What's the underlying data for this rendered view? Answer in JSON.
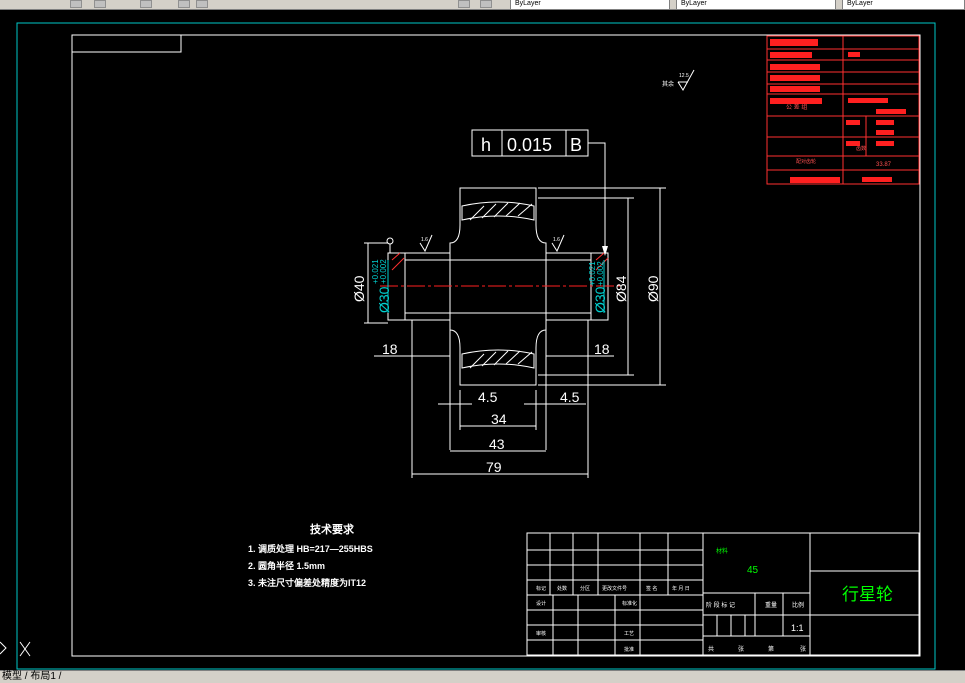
{
  "toolbar": {
    "layer_field": "ByLayer",
    "linetype_field": "ByLayer",
    "lineweight_field": "ByLayer"
  },
  "drawing": {
    "tolerance_frame": {
      "symbol": "h",
      "value": "0.015",
      "datum": "B"
    },
    "dims": {
      "d40": "Ø40",
      "d30_left": "Ø30",
      "tol_left_upper": "+0.021",
      "tol_left_lower": "+0.002",
      "d30_right": "Ø30",
      "tol_right_upper": "+0.021",
      "tol_right_lower": "+0.002",
      "d84": "Ø84",
      "d90": "Ø90",
      "len18_left": "18",
      "len18_right": "18",
      "len4_5_left": "4.5",
      "len4_5_right": "4.5",
      "len34": "34",
      "len43": "43",
      "len79": "79"
    },
    "roughness": {
      "top": "12.5",
      "left": "1.6",
      "right": "1.6"
    },
    "tech_req": {
      "title": "技术要求",
      "items": [
        "1. 调质处理 HB=217—255HBS",
        "2. 圆角半径  1.5mm",
        "3. 未注尺寸偏差处精度为IT12"
      ]
    },
    "title_block": {
      "material_label": "材料",
      "material": "45",
      "part_name": "行星轮",
      "scale": "1:1",
      "row_labels": [
        "标记",
        "处数",
        "分区",
        "更改文件号",
        "签 名",
        "年 月 日"
      ],
      "left_labels": [
        "设计",
        "标准化",
        "审核",
        "工艺",
        "批准"
      ],
      "stage_labels": [
        "阶 段 标 记",
        "重量",
        "比例"
      ],
      "bottom_labels": [
        "共",
        "张",
        "第",
        "张"
      ]
    },
    "param_table": {
      "labels": [
        "公 差 组",
        "配对齿轮",
        "齿数"
      ],
      "values": [
        "33.87"
      ]
    }
  },
  "status": {
    "tabs": "模型 / 布局1 /"
  }
}
